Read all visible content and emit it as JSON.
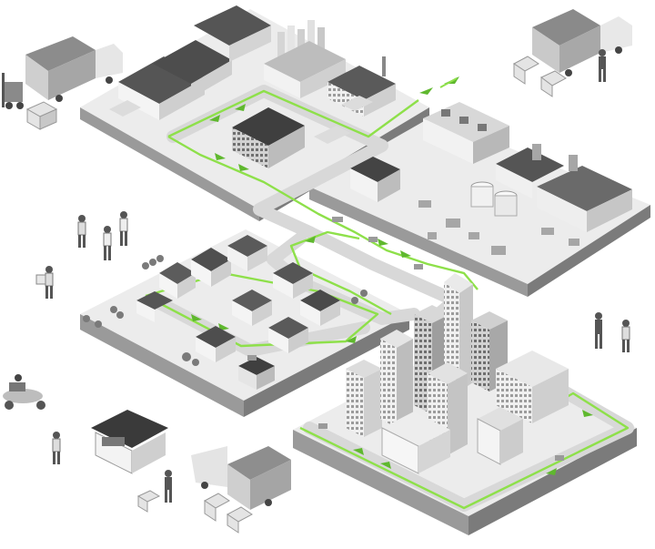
{
  "colors": {
    "route": "#8ee04a",
    "route_dark": "#5fb82e",
    "platform_top": "#e9e9e9",
    "platform_side": "#9a9a9a",
    "platform_side_dark": "#777777",
    "building_light": "#f4f4f4",
    "building_mid": "#cfcfcf",
    "building_dark": "#5a5a5a",
    "roof_dark": "#4a4a4a",
    "tree": "#7a7a7a"
  },
  "icons": {
    "truck": "truck-icon",
    "forklift": "forklift-icon",
    "boxes": "boxes-icon",
    "courier": "courier-person-icon",
    "scooter": "delivery-scooter-icon",
    "kiosk": "kiosk-icon",
    "arrow": "route-arrow-icon"
  },
  "districts": [
    "factory-district",
    "industrial-park",
    "residential-suburb",
    "downtown-city"
  ]
}
